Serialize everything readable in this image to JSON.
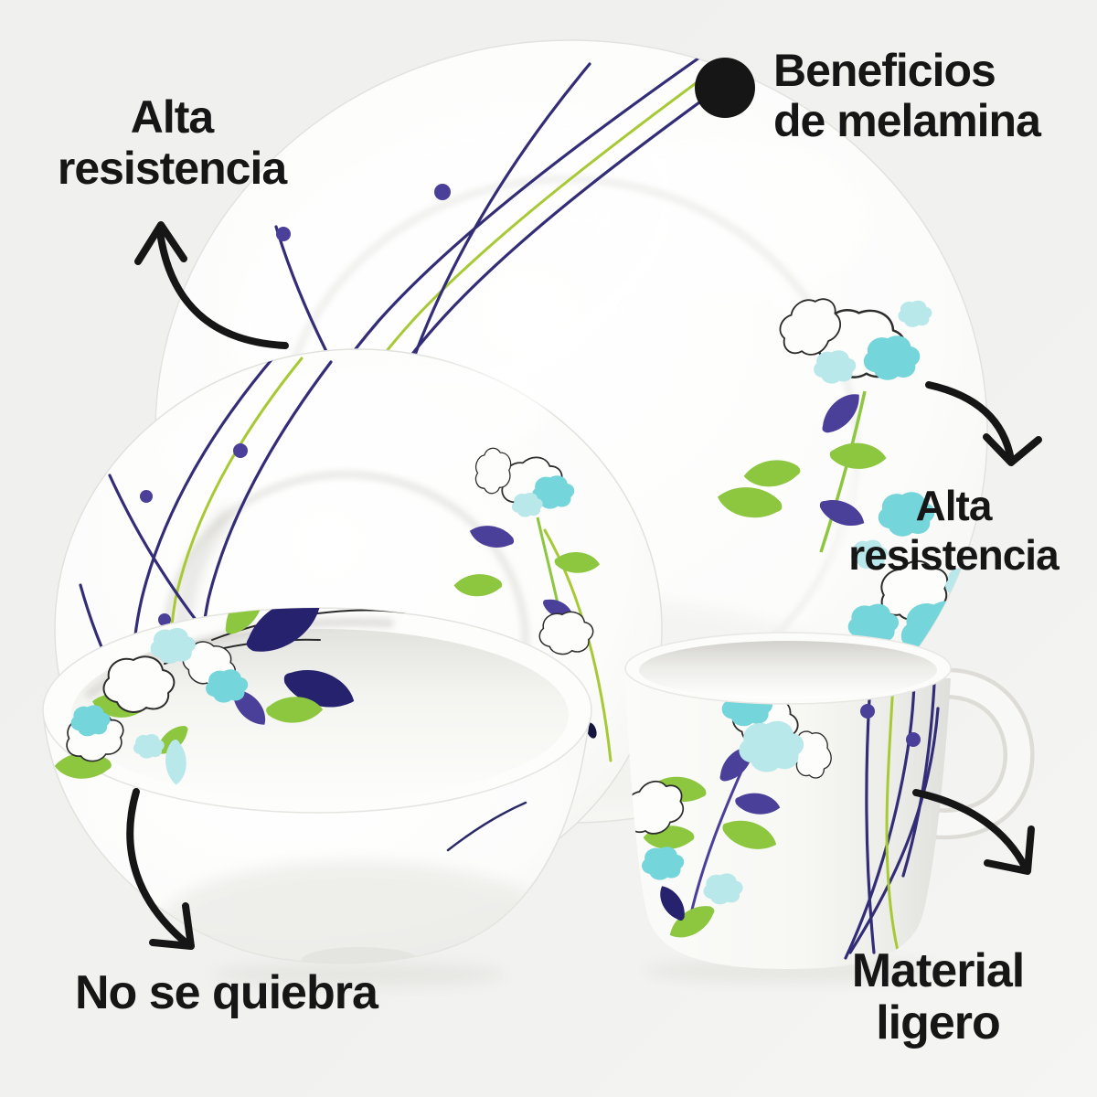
{
  "page": {
    "background": "#f0f0ee"
  },
  "header": {
    "bullet_icon": "black-circle",
    "line1": "Beneficios",
    "line2": "de melamina"
  },
  "labels": {
    "top_left": {
      "line1": "Alta",
      "line2": "resistencia"
    },
    "right": {
      "line1": "Alta",
      "line2": "resistencia"
    },
    "bottom_left": {
      "line1": "No se quiebra"
    },
    "bottom_right": {
      "line1": "Material",
      "line2": "ligero"
    }
  },
  "icons": {
    "bullet": "black-circle",
    "arrows": [
      "curved-arrow-up-left",
      "curved-arrow-down-right",
      "curved-arrow-down",
      "curved-arrow-down-right"
    ]
  },
  "product": {
    "items": [
      {
        "name": "dinner-plate"
      },
      {
        "name": "soup-plate"
      },
      {
        "name": "bowl"
      },
      {
        "name": "mug"
      }
    ],
    "pattern": "turquoise poppy flowers with green and indigo leaves, wavy navy and green lines with purple dots"
  },
  "colors": {
    "background": "#f0f0ee",
    "ink": "#161616",
    "turquoise": "#74d5da",
    "turquoise_light": "#b9e8ea",
    "green": "#8dc63f",
    "line_green": "#a7c934",
    "indigo": "#4a3f99",
    "navy": "#26226e",
    "line_navy": "#332d78",
    "outline": "#2d2d2d"
  }
}
